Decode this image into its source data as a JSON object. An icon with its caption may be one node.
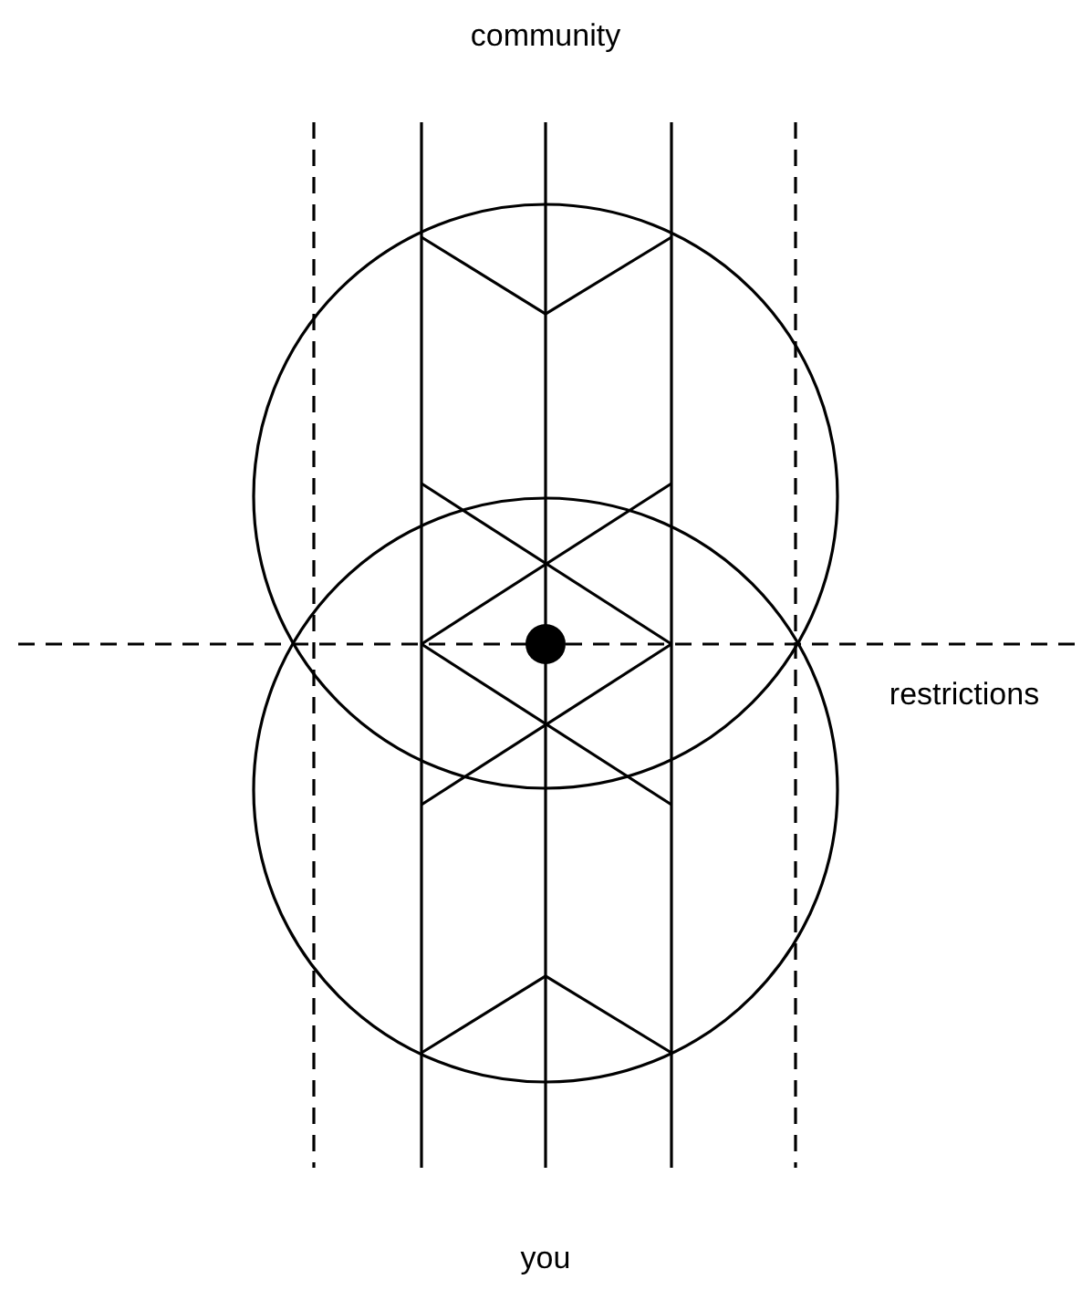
{
  "diagram": {
    "labels": [
      "community",
      "restrictions",
      "you"
    ]
  }
}
